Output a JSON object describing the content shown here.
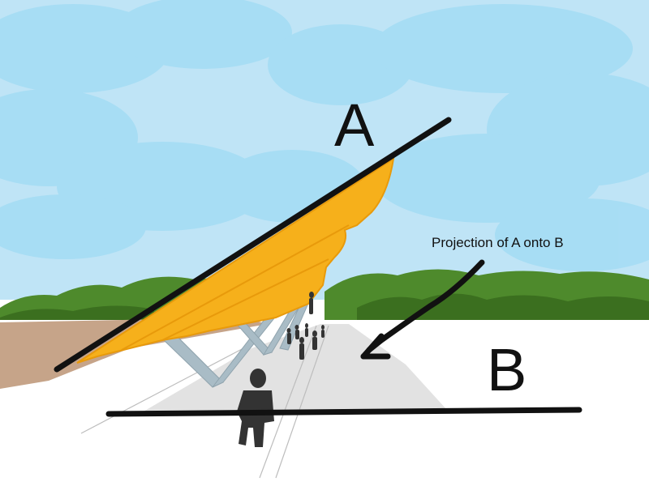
{
  "labels": {
    "a": "A",
    "b": "B",
    "projection": "Projection of A onto B"
  },
  "colors": {
    "sky": "#bfe4f6",
    "cloud": "#a3dcf4",
    "trees": "#4e8a2c",
    "trees_dark": "#3b6f1f",
    "earth": "#c6a489",
    "ground": "#ffffff",
    "shadow": "#e2e2e2",
    "canopy": "#f6b01b",
    "canopy_edge": "#e89a0b",
    "strut": "#a9bcc6",
    "line": "#111111",
    "figure": "#333333"
  }
}
